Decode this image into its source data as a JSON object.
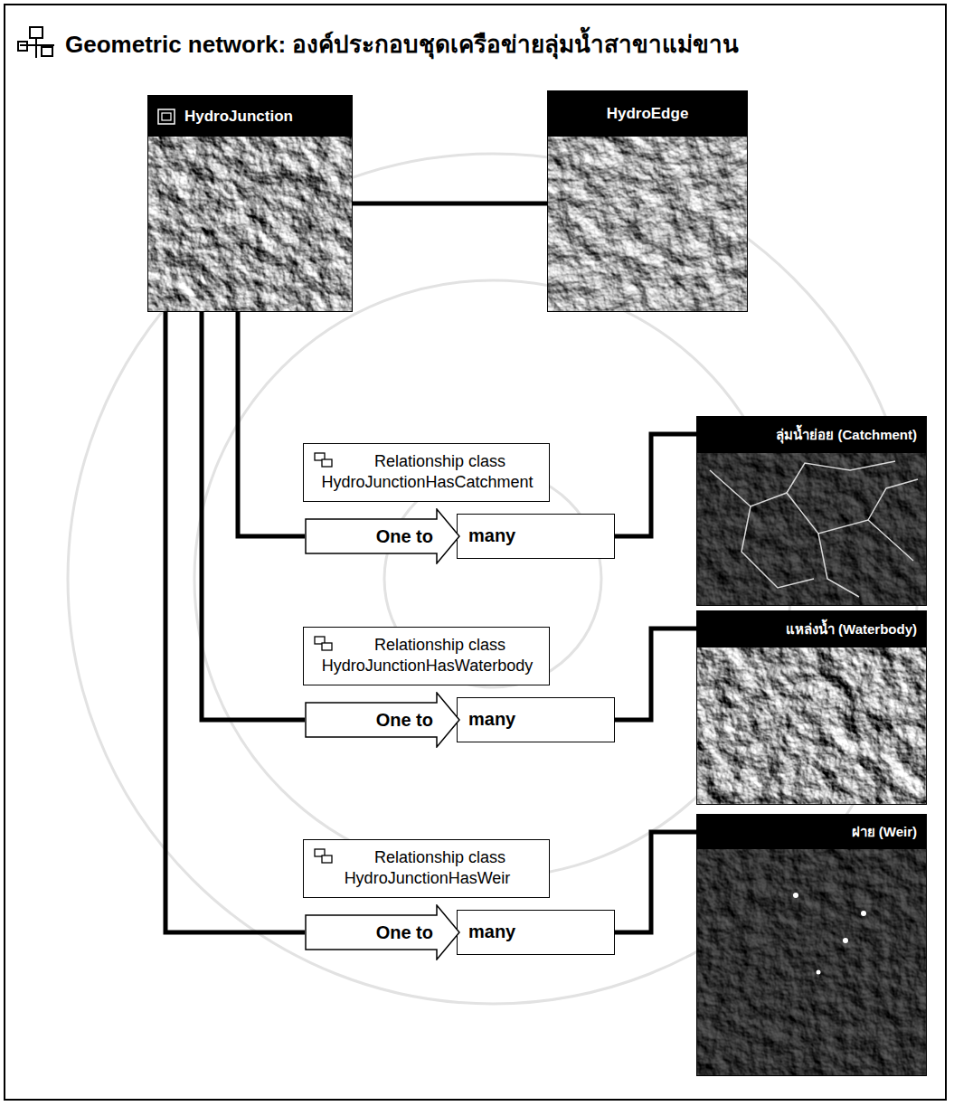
{
  "diagram": {
    "title": "Geometric network: องค์ประกอบชุดเครือข่ายลุ่มน้ำสาขาแม่ขาน",
    "nodes": [
      {
        "text": [
          "HydroJunction"
        ]
      },
      {
        "text": [
          "HydroEdge"
        ]
      },
      {
        "text": [
          "Relationship class HydroJunctionHasCatchment"
        ]
      },
      {
        "text": [
          "One to"
        ]
      },
      {
        "text": [
          "many"
        ]
      },
      {
        "text": [
          "ลุ่มน้ำย่อย (Catchment)"
        ]
      },
      {
        "text": [
          "Relationship class HydroJunctionHasWaterbody"
        ]
      },
      {
        "text": [
          "One to"
        ]
      },
      {
        "text": [
          "many"
        ]
      },
      {
        "text": [
          "แหล่งน้ำ (Waterbody)"
        ]
      },
      {
        "text": [
          "Relationship class HydroJunctionHasWeir"
        ]
      },
      {
        "text": [
          "One to"
        ]
      },
      {
        "text": [
          "many"
        ]
      },
      {
        "text": [
          "ฝาย (Weir)"
        ]
      }
    ],
    "edges": [
      {
        "from": 0,
        "to": 1,
        "arrow": "none"
      },
      {
        "from": 0,
        "to": 3,
        "arrow": "none"
      },
      {
        "from": 4,
        "to": 5,
        "arrow": "none"
      },
      {
        "from": 0,
        "to": 7,
        "arrow": "none"
      },
      {
        "from": 8,
        "to": 9,
        "arrow": "none"
      },
      {
        "from": 0,
        "to": 11,
        "arrow": "none"
      },
      {
        "from": 12,
        "to": 13,
        "arrow": "none"
      }
    ]
  }
}
